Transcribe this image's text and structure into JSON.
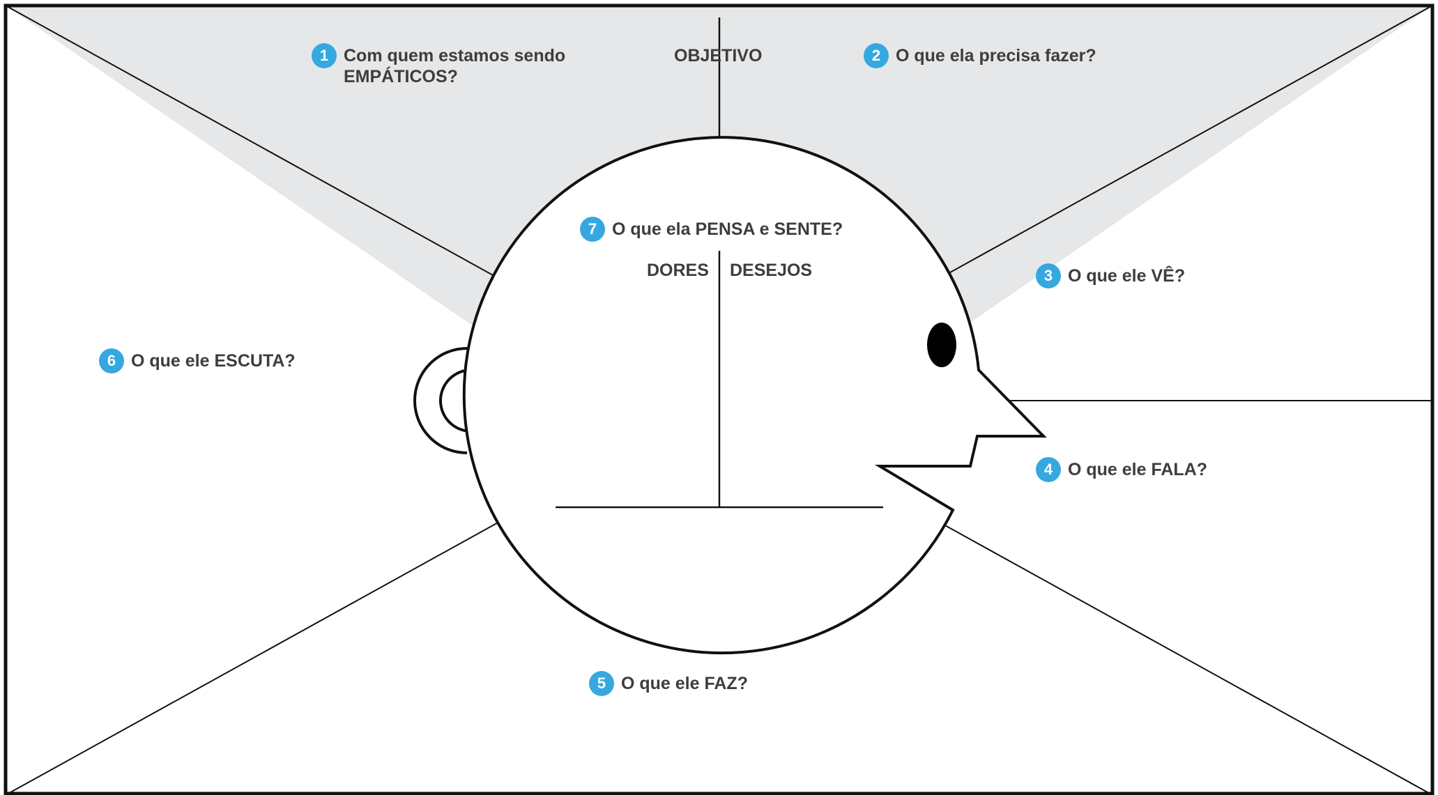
{
  "colors": {
    "top_section_fill": "#e6e7e8",
    "badge_fill": "#35a8e0",
    "text": "#3d3d3d",
    "lines": "#111111"
  },
  "objective_label": "OBJETIVO",
  "pains_label": "DORES",
  "desires_label": "DESEJOS",
  "sections": [
    {
      "number": "1",
      "lines": [
        "Com quem estamos sendo",
        "EMPÁTICOS?"
      ]
    },
    {
      "number": "2",
      "lines": [
        "O que ela precisa fazer?"
      ]
    },
    {
      "number": "3",
      "lines": [
        "O que ele VÊ?"
      ]
    },
    {
      "number": "4",
      "lines": [
        "O que ele FALA?"
      ]
    },
    {
      "number": "5",
      "lines": [
        "O que ele FAZ?"
      ]
    },
    {
      "number": "6",
      "lines": [
        "O que ele ESCUTA?"
      ]
    },
    {
      "number": "7",
      "lines": [
        "O que ela PENSA e SENTE?"
      ]
    }
  ]
}
